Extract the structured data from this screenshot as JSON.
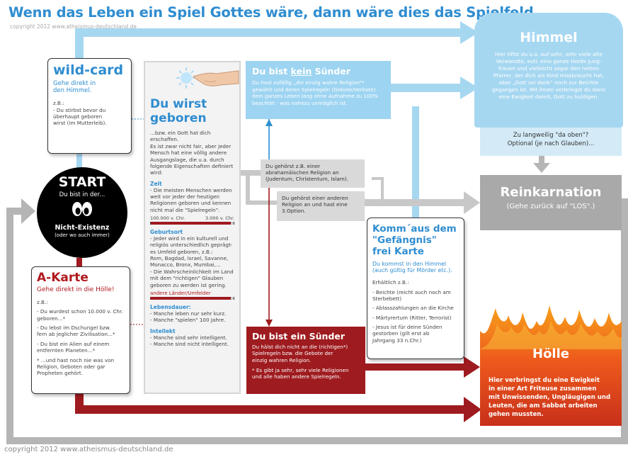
{
  "title": "Wenn das Leben ein Spiel Gottes wäre, dann wäre dies das Spielfeld.",
  "copyright_top": "copyright 2012 www.atheismus-deutschland.de",
  "copyright_bottom": "copyright 2012 www.atheismus-deutschland.de",
  "wildcard": {
    "title": "wild-card",
    "subtitle": "Gehe direkt in\nden Himmel.",
    "zb": "z.B.:",
    "item": "- Du stirbst bevor du\n  überhaupt geboren\n  wirst (im Mutterleib)."
  },
  "start": {
    "title": "START",
    "subtitle": "Du bist in der...",
    "name": "Nicht-Existenz",
    "note": "(oder wo auch immer)"
  },
  "akarte": {
    "title": "A-Karte",
    "subtitle": "Gehe direkt in die Hölle!",
    "zb": "z.B.:",
    "items": [
      "- Du wurdest schon 10.000 v. Chr.\n  geboren...*",
      "- Du lebst im Dschungel bzw.\n  fern ab jeglicher Zivilisation...*",
      "- Du bist ein Alien auf einem\n  entfernten Planeten...*"
    ],
    "footnote": "* ...und hast noch nie was von\n  Religion, Geboten oder gar\n  Propheten gehört."
  },
  "born": {
    "title": "Du wirst\ngeboren",
    "intro": "...bzw. ein Gott hat dich\nerschaffen.\nEs ist zwar nicht fair, aber jeder\nMensch hat eine völlig andere\nAusgangslage, die u.a. durch\nfolgende Eigenschaften definiert\nwird:",
    "zeit_head": "Zeit",
    "zeit_text": "- Die meisten Menschen werden\n  weit vor jeder der heutigen\n  Religionen geboren und kennen\n  nicht mal die \"Spielregeln\".",
    "zeit_left": "100.000 v. Chr.",
    "zeit_right": "3.000 v. Chr.",
    "zeit_fraction": 0.97,
    "geburtsort_head": "Geburtsort",
    "geburtsort_text": "- Jeder wird in ein kulturell und\n  religiös unterschiedlich geprägt-\n  es Umfeld geboren, z.B.:\n  Rom, Bagdad, Israel, Savanne,\n  Monacco, Bronx, Mumbai,...\n- Die Wahrscheinlichkeit im Land\n  mit dem \"richtigen\" Glauben\n  geboren zu werden ist gering.",
    "ort_label": "andere Länder/Umfelder",
    "ort_fraction": 0.97,
    "leben_head": "Lebensdauer:",
    "leben_text": "- Manche leben nur sehr kurz.\n- Manche \"spielen\" 100 Jahre.",
    "intel_head": "Intellekt",
    "intel_text": "- Manche sind sehr intelligent.\n- Manche sind nicht intelligent."
  },
  "kein": {
    "title_pre": "Du bist ",
    "title_u": "kein",
    "title_post": " Sünder",
    "text": "Du hast zufällig „die einzig wahre Religion“*\ngewählt und deren Spielregeln (Gebote/Verbote)\ndein ganzes Leben lang ohne Aufnahme zu 100%\nbeachtet - was nahezu unmöglich ist."
  },
  "note1": "Du gehörst z.B. einer\nabrahamäischen Religion an\n(Judentum, Christentum, Islam).",
  "note2": "Du gehörst einer anderen\nReligion an und hast eine\n3.Option.",
  "himmel": {
    "title": "Himmel",
    "text": "Hier tiffst du u.a. auf sehr, sehr viele alte\nVerwandte, evtl. eine ganze Horde Jung-\nfrauen und vielleicht sogar den netten\nPfarrer, der dich als Kind missbraucht hat,\naber „Gott sei dank“ noch zur Beichte\ngegangen ist. Mit ihnen verbringst du dann\neine Ewigkeit damit, Gott zu huldigen."
  },
  "bored": "Zu langweilig \"da oben\"?\nOptional (je nach Glauben)...",
  "reink": {
    "title": "Reinkarnation",
    "sub": "(Gehe zurück auf \"LOS\".)"
  },
  "komm": {
    "title": "Komm´aus dem\n\"Gefängnis\"\nfrei Karte",
    "subtitle": "Du kommst in den Himmel\n(auch gültig für Mörder etc.).",
    "zb": "Erhältlich z.B.:",
    "items": [
      "- Beichte (reicht auch noch am\n  Sterbebett)",
      "- Ablasszahlungen an die Kirche",
      "- Märtyrertum (Ritter, Terrorist)",
      "- Jesus ist für deine Sünden\n  gestorben (gilt erst ab\n  Jahrgang 33 n.Chr.)"
    ]
  },
  "suender": {
    "title": "Du bist ein Sünder",
    "text": "Du hälst dich nicht an die (richtigen*)\nSpielregeln bzw. die Gebote der\neinzig wahren Religion.",
    "footnote": "* Es gibt ja sehr, sehr viele Religionen\n  und alle haben andere Spielregeln."
  },
  "hoelle": {
    "title": "Hölle",
    "text": "Hier verbringst du eine Ewigkeit\nin einer Art Friteuse zusammen\nmit Unwissenden, Ungläugigen und\nLeuten, die am Sabbat arbeiten\ngehen mussten."
  },
  "colors": {
    "blue": "#2f8dd0",
    "lightblue": "#9dd4f1",
    "red": "#9e1b1f",
    "grey": "#a9a9a9",
    "fire": "#e8501b"
  }
}
